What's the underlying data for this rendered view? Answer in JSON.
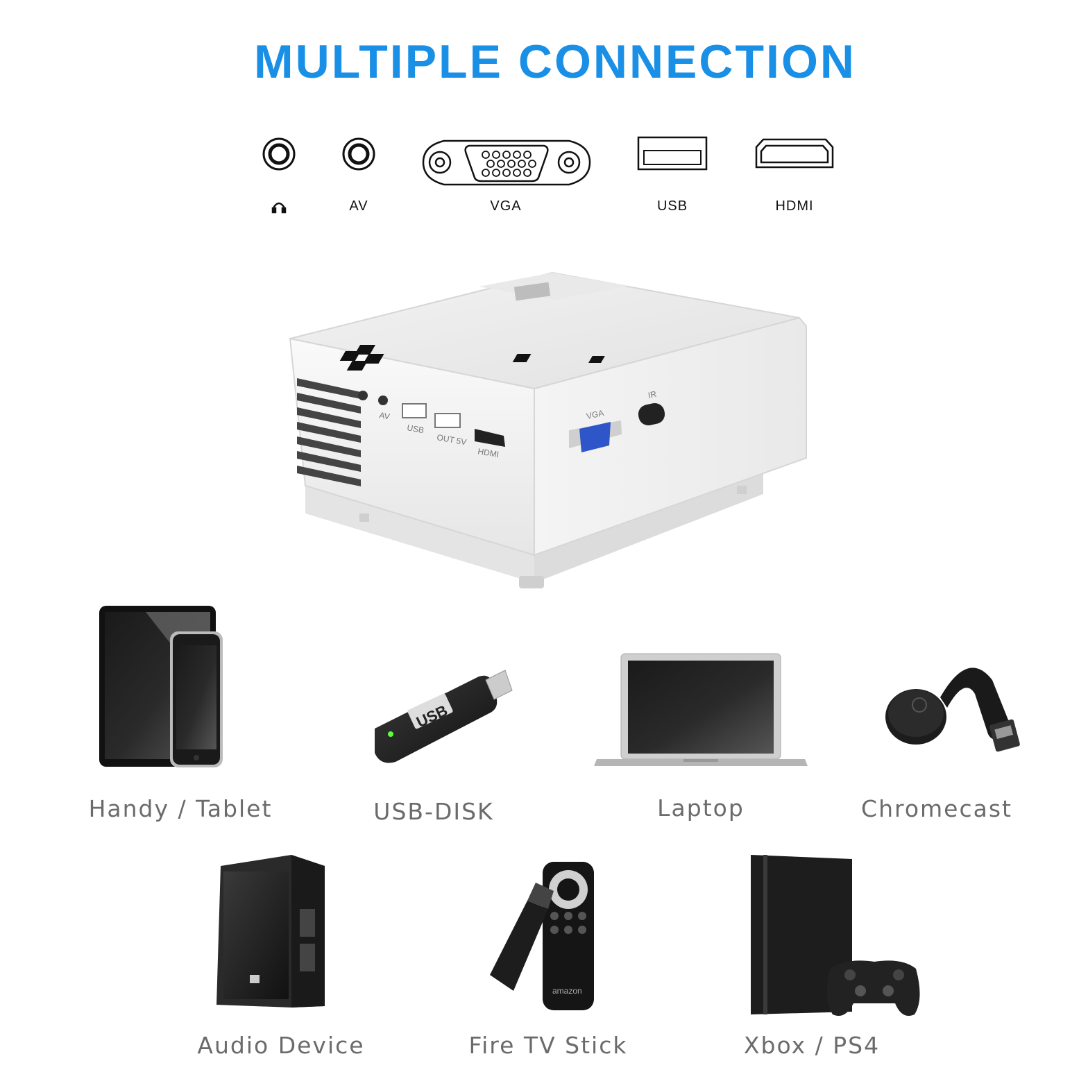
{
  "header": {
    "title": "MULTIPLE CONNECTION"
  },
  "ports": [
    {
      "label": "",
      "icon": "headphone-jack-icon"
    },
    {
      "label": "AV",
      "icon": "av-jack-icon"
    },
    {
      "label": "VGA",
      "icon": "vga-port-icon"
    },
    {
      "label": "USB",
      "icon": "usb-port-icon"
    },
    {
      "label": "HDMI",
      "icon": "hdmi-port-icon"
    }
  ],
  "projector": {
    "port_labels": [
      "AV",
      "USB",
      "OUT 5V",
      "HDMI",
      "VGA",
      "IR"
    ]
  },
  "devices": [
    {
      "label": "Handy / Tablet",
      "icon": "tablet-phone-icon"
    },
    {
      "label": "USB-DISK",
      "icon": "usb-stick-icon",
      "stick_text": "USB"
    },
    {
      "label": "Laptop",
      "icon": "laptop-icon"
    },
    {
      "label": "Chromecast",
      "icon": "chromecast-icon"
    },
    {
      "label": "Audio Device",
      "icon": "speaker-icon"
    },
    {
      "label": "Fire TV Stick",
      "icon": "fire-tv-stick-icon",
      "brand_text": "amazon"
    },
    {
      "label": "Xbox / PS4",
      "icon": "game-console-icon"
    }
  ],
  "colors": {
    "title": "#1a8fe6",
    "label": "#6b6b6b",
    "vga_blue": "#2f56c8"
  }
}
